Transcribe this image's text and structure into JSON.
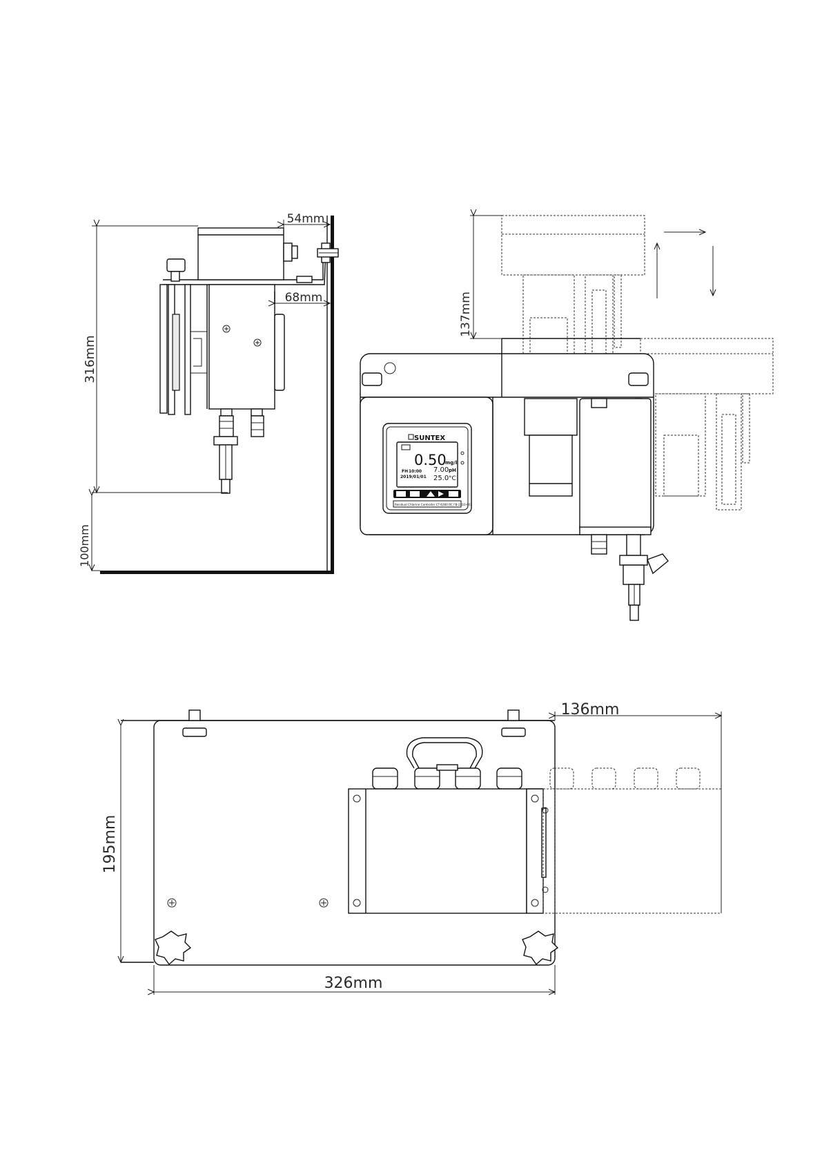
{
  "dimensions": {
    "side_height": "316mm",
    "top_offset": "54mm",
    "depth": "68mm",
    "floor_gap": "100mm",
    "lift_height": "137mm",
    "extension_width": "136mm",
    "base_height": "195mm",
    "base_width": "326mm"
  },
  "display": {
    "brand": "SUNTEX",
    "main_value": "0.50",
    "main_unit": "mg/l",
    "ph_value": "7.00",
    "ph_unit": "pH",
    "temp_value": "25.0",
    "temp_unit": "°C",
    "time": "10:00",
    "date": "2019/01/01",
    "mode_label": "FH",
    "footer_text": "Residual Chlorine Controller  CT-6300 RC    FB-2210-001"
  },
  "colors": {
    "line": "#111111",
    "screen": "#f4f4f4",
    "panel": "#ffffff"
  }
}
